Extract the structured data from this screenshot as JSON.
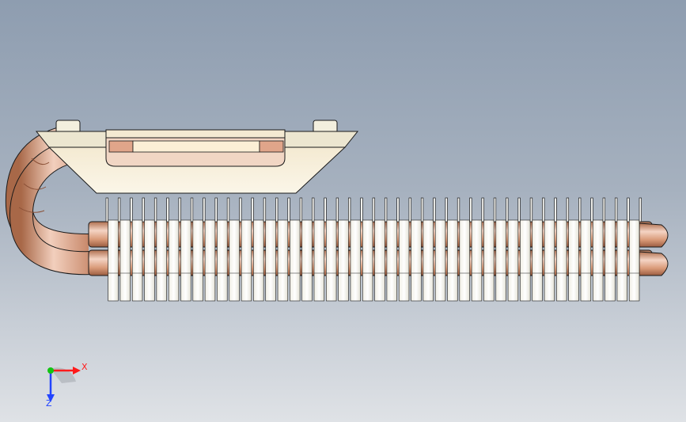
{
  "viewport": {
    "view": "cad-3d-model-heatsink",
    "background_top": "#8e9db0",
    "background_bottom": "#dfe2e6"
  },
  "model": {
    "fin_count": 44,
    "heatpipe_count": 2,
    "colors": {
      "copper_light": "#f4d4c4",
      "copper_mid": "#d99a78",
      "copper_dark": "#b07050",
      "fin": "#fbfbf7",
      "fin_shade": "#e9e7dc",
      "bracket": "#fbf7e6",
      "copper_pad": "#e0a58a",
      "outline": "#1a1a1a"
    }
  },
  "triad": {
    "x_label": "X",
    "z_label": "Z",
    "x_color": "#ff1a1a",
    "y_color": "#12c412",
    "z_color": "#2244ff"
  }
}
